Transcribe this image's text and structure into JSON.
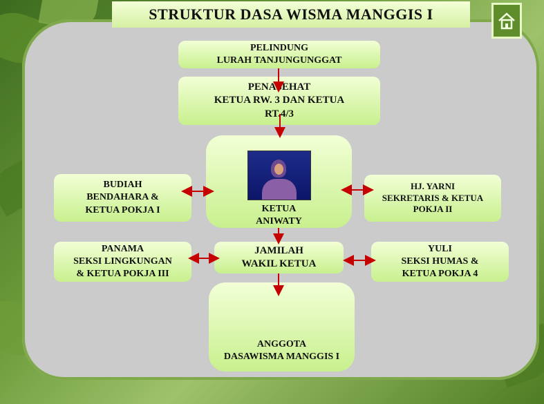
{
  "title": "STRUKTUR DASA WISMA MANGGIS I",
  "home_icon": "home-icon",
  "nodes": {
    "pelindung": [
      "PELINDUNG",
      "LURAH TANJUNGUNGGAT"
    ],
    "penasehat": [
      "PENASEHAT",
      "KETUA RW. 3 DAN KETUA",
      "RT.4/3"
    ],
    "ketua": [
      "KETUA",
      "ANIWATY"
    ],
    "bendahara": [
      "BUDIAH",
      "BENDAHARA &",
      "KETUA POKJA I"
    ],
    "sekretaris": [
      "HJ. YARNI",
      "SEKRETARIS & KETUA",
      "POKJA II"
    ],
    "wakil": [
      "JAMILAH",
      "WAKIL KETUA"
    ],
    "lingkungan": [
      "PANAMA",
      "SEKSI LINGKUNGAN",
      "& KETUA POKJA III"
    ],
    "humas": [
      "YULI",
      "SEKSI HUMAS &",
      "KETUA POKJA 4"
    ],
    "anggota": [
      "ANGGOTA",
      "DASAWISMA MANGGIS I"
    ]
  },
  "colors": {
    "arrow": "#c40000",
    "box": "#d6f5a4",
    "panel": "#cbcbcb"
  }
}
